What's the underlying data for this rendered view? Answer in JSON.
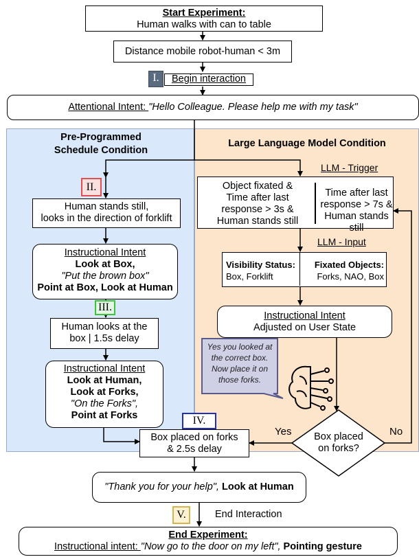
{
  "start": {
    "title": "Start Experiment:",
    "text": "Human walks with can to table"
  },
  "distance": "Distance mobile robot-human < 3m",
  "begin": {
    "marker": "I.",
    "text": "Begin interaction"
  },
  "attentional": {
    "prefix": "Attentional Intent: ",
    "quote": "\"Hello Colleague. Please help me with my task\""
  },
  "left_panel": {
    "title_line1": "Pre-Programmed",
    "title_line2": "Schedule Condition"
  },
  "right_panel": {
    "title": "Large Language Model Condition"
  },
  "llm_trigger": "LLM - Trigger",
  "llm_input": "LLM - Input",
  "marker_ii": "II.",
  "marker_iii": "III.",
  "marker_iv": "IV.",
  "marker_v": "V.",
  "human_stands": {
    "line1": "Human stands still,",
    "line2": "looks in the direction of forklift"
  },
  "instr1": {
    "title": "Instructional Intent",
    "line1": "Look at Box,",
    "line2": "\"Put the brown box\"",
    "line3": "Point at Box, Look at Human"
  },
  "human_looks": {
    "line1": "Human looks at the",
    "line2": "box | 1.5s delay"
  },
  "instr2": {
    "title": "Instructional Intent",
    "line1": "Look at Human,",
    "line2": "Look at Forks,",
    "line3": "\"On the Forks\",",
    "line4": "Point at Forks"
  },
  "trigger": {
    "left": [
      "Object fixated &",
      "Time after last",
      "response > 3s &",
      "Human stands still"
    ],
    "right": [
      "Time after last",
      "response > 7s &",
      "Human stands still"
    ]
  },
  "input": {
    "vis_title": "Visibility Status:",
    "vis_value": "Box, Forklift",
    "fix_title": "Fixated Objects:",
    "fix_value": "Forks, NAO, Box"
  },
  "instr_llm": {
    "title": "Instructional Intent",
    "subtitle": "Adjusted on User State"
  },
  "speech": [
    "Yes you looked at",
    "the correct box.",
    "Now place it on",
    "those forks."
  ],
  "decision": {
    "line1": "Box placed",
    "line2": "on forks?",
    "yes": "Yes",
    "no": "No"
  },
  "box_placed": {
    "line1": "Box placed on forks",
    "line2": "& 2.5s delay"
  },
  "thanks": {
    "quote": "\"Thank you for your help\",",
    "action": " Look at Human"
  },
  "end_interaction": "End Interaction",
  "end": {
    "title": "End Experiment:",
    "prefix": "Instructional intent: ",
    "quote": "\"Now go to the  door on my left\",",
    "action": " Pointing gesture"
  },
  "colors": {
    "left_bg": "#dae8fc",
    "right_bg": "#fde5cc",
    "panel_border": "#9aa8c8",
    "marker_i": "#5a6b80",
    "marker_ii": "#e05050",
    "marker_iii": "#3ec23e",
    "marker_iv": "#1f2fb8",
    "marker_v": "#d8b450",
    "speech_bg": "#cfcfe6",
    "speech_border": "#5a5a8a"
  }
}
